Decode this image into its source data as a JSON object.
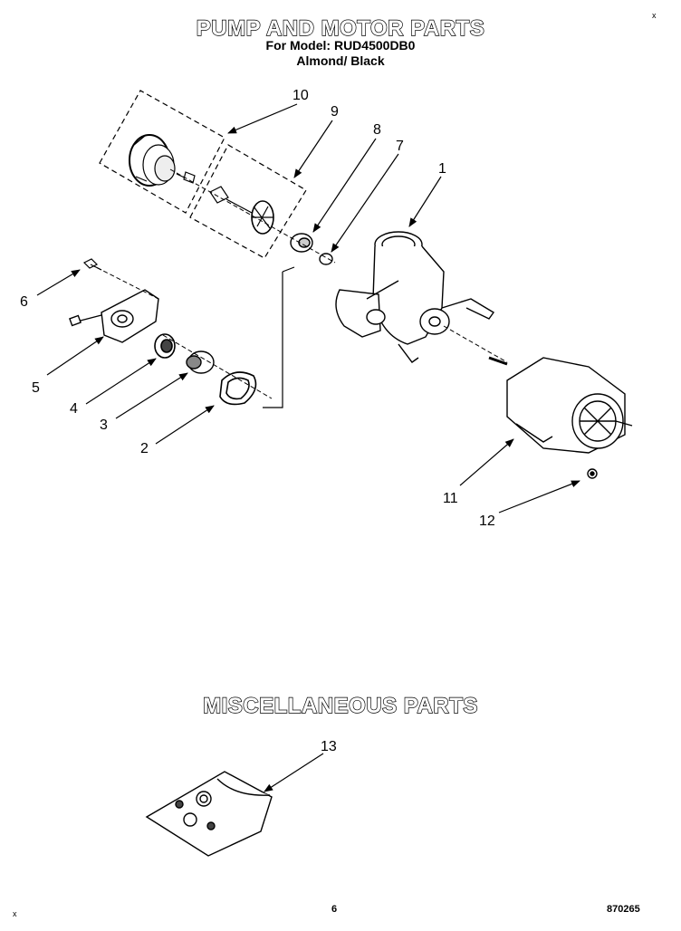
{
  "header": {
    "title": "PUMP AND MOTOR PARTS",
    "model_line": "For Model: RUD4500DB0",
    "color_line": "Almond/ Black"
  },
  "sections": {
    "misc_title": "MISCELLANEOUS PARTS"
  },
  "callouts": {
    "c1": "1",
    "c2": "2",
    "c3": "3",
    "c4": "4",
    "c5": "5",
    "c6": "6",
    "c7": "7",
    "c8": "8",
    "c9": "9",
    "c10": "10",
    "c11": "11",
    "c12": "12",
    "c13": "13"
  },
  "footer": {
    "page_number": "6",
    "doc_number": "870265",
    "mark_top_right": "x",
    "mark_bottom_left": "x"
  }
}
